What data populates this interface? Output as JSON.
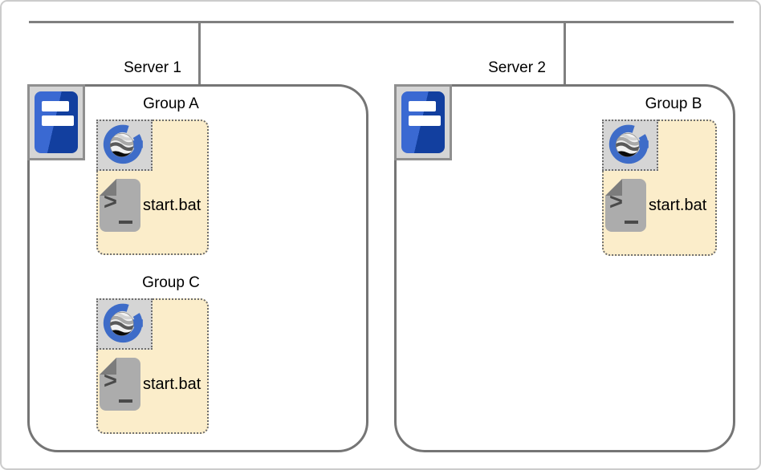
{
  "colors": {
    "line": "#808080",
    "box_border": "#757575",
    "group_fill": "#FBEDCA",
    "group_border": "#6E6E6E",
    "icon_bg": "#D5D5D5",
    "icon_border": "#8F8F8F",
    "server_blue_light": "#3A69D2",
    "server_blue_dark": "#123F9F",
    "geoserver_blue": "#3E6CC8",
    "doc_grey": "#ACACAC",
    "doc_fold": "#7C7C7C",
    "doc_glyph": "#4A4A4A",
    "canvas_border": "#CCCCCC"
  },
  "icons": {
    "server": "server-icon",
    "geoserver": "geoserver-logo-icon",
    "batch_file": "batch-file-icon"
  },
  "servers": [
    {
      "label": "Server 1",
      "groups": [
        {
          "label": "Group A",
          "script_label": "start.bat"
        },
        {
          "label": "Group C",
          "script_label": "start.bat"
        }
      ]
    },
    {
      "label": "Server 2",
      "groups": [
        {
          "label": "Group B",
          "script_label": "start.bat"
        }
      ]
    }
  ]
}
